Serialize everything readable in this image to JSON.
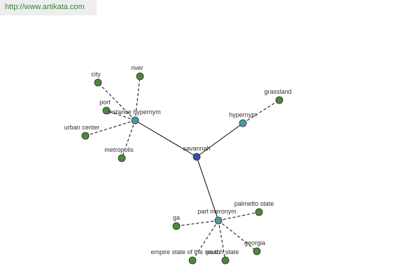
{
  "watermark": "http://www.artikata.com",
  "colors": {
    "center_node": "#3d4fa3",
    "relation_node": "#4a9a9a",
    "leaf_node": "#4a8a3a",
    "edge": "#000000"
  },
  "graph": {
    "center": {
      "id": "savannah",
      "label": "savannah"
    },
    "relations": [
      {
        "id": "instance-hypernym",
        "label": "instance hypernym",
        "leaves": [
          "city",
          "river",
          "port",
          "urban center",
          "metropolis"
        ]
      },
      {
        "id": "hypernym",
        "label": "hypernym",
        "leaves": [
          "grassland"
        ]
      },
      {
        "id": "part-meronym",
        "label": "part meronym",
        "leaves": [
          "palmetto state",
          "ga",
          "empire state of the south",
          "peach state",
          "georgia"
        ]
      }
    ]
  }
}
